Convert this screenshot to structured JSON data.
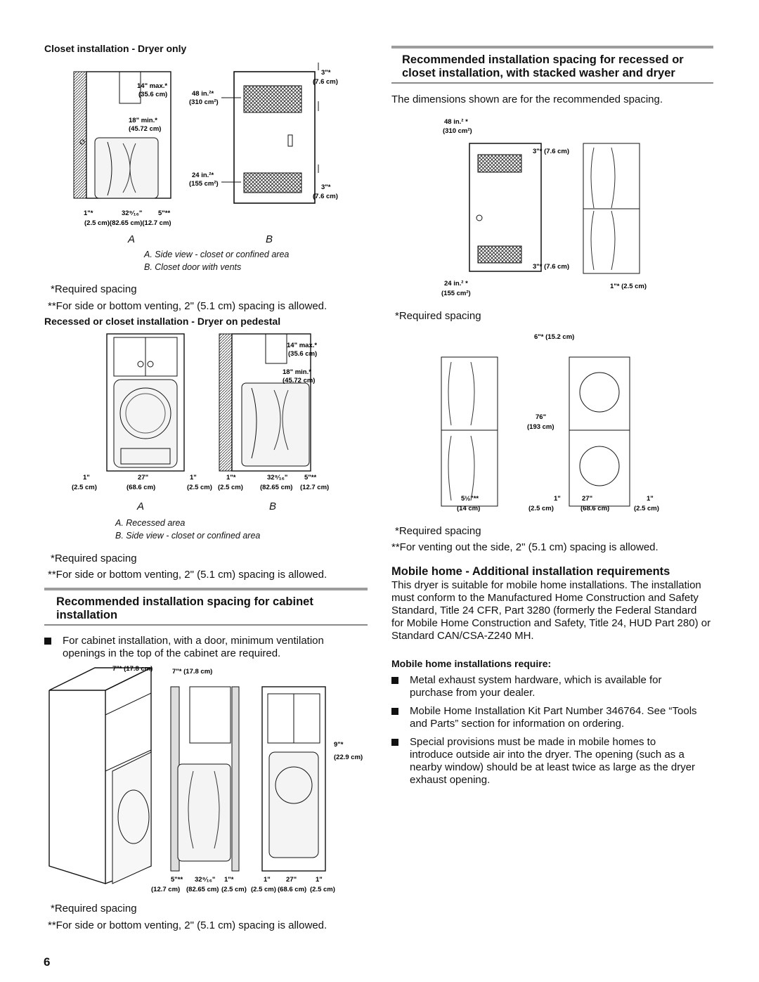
{
  "left": {
    "closet_heading": "Closet installation - Dryer only",
    "fig1": {
      "dims": [
        "14\" max.*",
        "(35.6 cm)",
        "18\" min.*",
        "(45.72 cm)",
        "48 in.2*",
        "(310 cm2)",
        "24 in.2*",
        "(155 cm2)",
        "3\"*",
        "(7.6 cm)",
        "3\"*",
        "(7.6 cm)",
        "1\"*",
        "32⁹⁄₁₆\"",
        "5\"**",
        "(2.5 cm)",
        "(82.65 cm)",
        "(12.7 cm)"
      ],
      "label_a": "A",
      "label_b": "B",
      "caption_a": "A. Side view - closet or confined area",
      "caption_b": "B. Closet door with vents"
    },
    "req1": "*Required spacing",
    "vent1": "**For side or bottom venting, 2\" (5.1 cm) spacing is allowed.",
    "pedestal_heading": "Recessed or closet installation - Dryer on pedestal",
    "fig2": {
      "dims": [
        "14\" max.*",
        "(35.6 cm)",
        "18\" min.*",
        "(45.72 cm)",
        "1\"",
        "27\"",
        "1\"",
        "(2.5 cm)",
        "(68.6 cm)",
        "(2.5 cm)",
        "1\"*",
        "32⁹⁄₁₆\"",
        "5\"**",
        "(2.5 cm)",
        "(82.65 cm)",
        "(12.7 cm)"
      ],
      "label_a": "A",
      "label_b": "B",
      "caption_a": "A. Recessed area",
      "caption_b": "B. Side view - closet or confined area"
    },
    "req2": "*Required spacing",
    "vent2": "**For side or bottom venting, 2\" (5.1 cm) spacing is allowed.",
    "cabinet_heading": "Recommended installation spacing for cabinet installation",
    "cabinet_bullet": "For cabinet installation, with a door, minimum ventilation openings in the top of the cabinet are required.",
    "fig3": {
      "dims": [
        "7\"* (17.8 cm)",
        "7\"* (17.8 cm)",
        "9\"*",
        "(22.9 cm)",
        "5\"**",
        "32⁹⁄₁₆\"",
        "1\"*",
        "1\"",
        "27\"",
        "1\"",
        "(12.7 cm)",
        "(82.65 cm)",
        "(2.5 cm)",
        "(2.5 cm)",
        "(68.6 cm)",
        "(2.5 cm)"
      ]
    },
    "req3": "*Required spacing",
    "vent3": "**For side or bottom venting, 2\" (5.1 cm) spacing is allowed."
  },
  "right": {
    "stacked_heading": "Recommended installation spacing for recessed or closet installation, with stacked washer and dryer",
    "dims_intro": "The dimensions shown are for the recommended spacing.",
    "fig4": {
      "dims": [
        "48 in.2 *",
        "(310 cm2)",
        "3\"* (7.6 cm)",
        "3\"* (7.6 cm)",
        "24 in.2 *",
        "(155 cm2)",
        "1\"* (2.5 cm)"
      ]
    },
    "req4": "*Required spacing",
    "fig5": {
      "dims": [
        "6\"* (15.2 cm)",
        "76\"",
        "(193 cm)",
        "5½\"**",
        "(14 cm)",
        "1\"",
        "27\"",
        "1\"",
        "(2.5 cm)",
        "(68.6 cm)",
        "(2.5 cm)"
      ]
    },
    "req5": "*Required spacing",
    "vent5": "**For venting out the side, 2\" (5.1 cm) spacing is allowed.",
    "mobile_heading": "Mobile home - Additional installation requirements",
    "mobile_para": "This dryer is suitable for mobile home installations. The installation must conform to the Manufactured Home Construction and Safety Standard, Title 24 CFR, Part 3280 (formerly the Federal Standard for Mobile Home Construction and Safety, Title 24, HUD Part 280) or Standard CAN/CSA-Z240 MH.",
    "mobile_sub": "Mobile home installations require:",
    "mobile_bullets": [
      "Metal exhaust system hardware, which is available for purchase from your dealer.",
      "Mobile Home Installation Kit Part Number 346764. See “Tools and Parts” section for information on ordering.",
      "Special provisions must be made in mobile homes to introduce outside air into the dryer. The opening (such as a nearby window) should be at least twice as large as the dryer exhaust opening."
    ]
  },
  "page_number": "6"
}
